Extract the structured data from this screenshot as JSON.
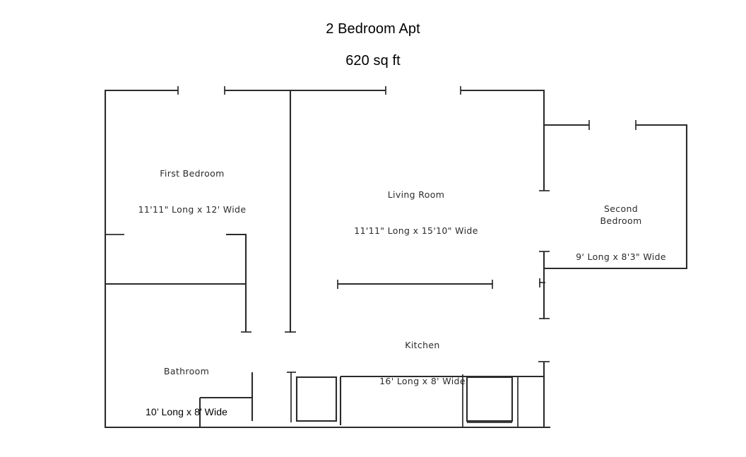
{
  "document": {
    "title": "2 Bedroom Apt",
    "subtitle": "620 sq ft",
    "kind": "floor-plan",
    "ink_color": "#2b2b2b",
    "background_color": "#ffffff"
  },
  "rooms": [
    {
      "id": "first-bedroom",
      "name": "First Bedroom",
      "dimensions": "11'11\" Long x 12' Wide"
    },
    {
      "id": "living-room",
      "name": "Living Room",
      "dimensions": "11'11\" Long x 15'10\" Wide"
    },
    {
      "id": "second-bedroom",
      "name": "Second\nBedroom",
      "dimensions": "9' Long x 8'3\" Wide"
    },
    {
      "id": "kitchen",
      "name": "Kitchen",
      "dimensions": "16' Long x 8' Wide"
    },
    {
      "id": "bathroom",
      "name": "Bathroom",
      "dimensions": "10’ Long x 8’ Wide"
    }
  ]
}
